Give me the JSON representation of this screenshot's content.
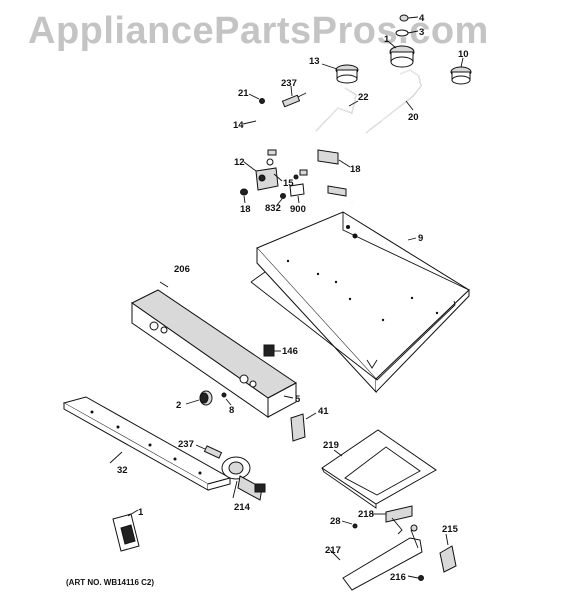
{
  "watermark": "AppliancePartsPros.com",
  "art_number": "(ART NO. WB14116 C2)",
  "labels": {
    "p4": "4",
    "p3": "3",
    "p1_top": "1",
    "p10": "10",
    "p13": "13",
    "p237_top": "237",
    "p21": "21",
    "p22": "22",
    "p20": "20",
    "p14": "14",
    "p12": "12",
    "p15": "15",
    "p18_right": "18",
    "p18_left": "18",
    "p832": "832",
    "p900": "900",
    "p9": "9",
    "p206": "206",
    "p146": "146",
    "p2": "2",
    "p8": "8",
    "p5": "5",
    "p41": "41",
    "p237_bottom": "237",
    "p32": "32",
    "p214": "214",
    "p219": "219",
    "p1_bottom": "1",
    "p28": "28",
    "p218": "218",
    "p215": "215",
    "p217": "217",
    "p216": "216"
  }
}
